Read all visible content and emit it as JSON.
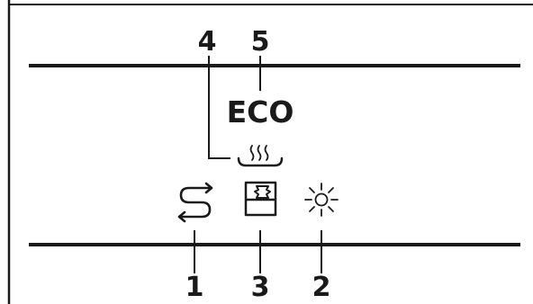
{
  "callouts": {
    "one": "1",
    "two": "2",
    "three": "3",
    "four": "4",
    "five": "5"
  },
  "eco_label": "ECO",
  "icons": {
    "one": "rinse-icon",
    "two": "rinse-aid-sun-icon",
    "three": "salt-refill-icon",
    "four": "drying-steam-icon"
  },
  "colors": {
    "ink": "#1a1a1a",
    "panel_line": "#1a1a1a",
    "background": "#ffffff"
  }
}
